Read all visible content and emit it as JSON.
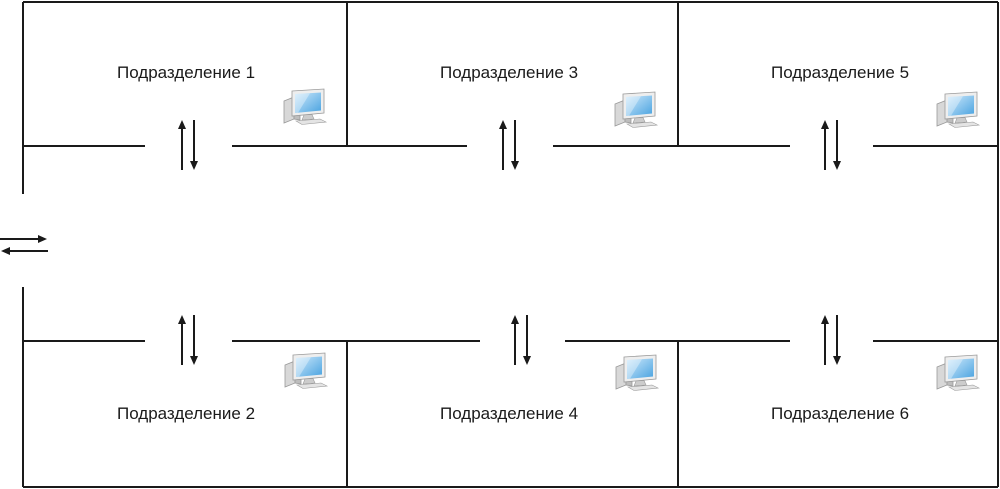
{
  "rooms": [
    {
      "label": "Подразделение 1"
    },
    {
      "label": "Подразделение 3"
    },
    {
      "label": "Подразделение 5"
    },
    {
      "label": "Подразделение 2"
    },
    {
      "label": "Подразделение 4"
    },
    {
      "label": "Подразделение 6"
    }
  ],
  "icons": {
    "computer": "computer-icon",
    "door_arrows": "double-arrow-icon",
    "entrance": "entrance-arrows-icon"
  },
  "colors": {
    "wall": "#1a1a1a",
    "monitor_screen": "#8ec8ee",
    "computer_body": "#e2e2e2"
  }
}
